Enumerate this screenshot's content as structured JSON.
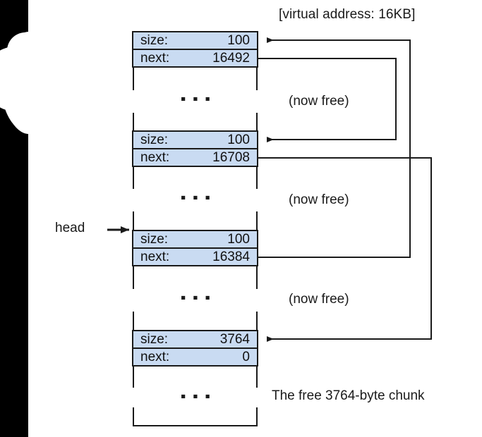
{
  "diagram": {
    "title": "[virtual address: 16KB]",
    "head_label": "head",
    "caption": "The free 3764-byte chunk",
    "ellipsis": "▪ ▪ ▪",
    "colors": {
      "header_fill": "#c9dbf2",
      "stroke": "#1a1a1a",
      "text": "#1a1a1a",
      "background": "#ffffff",
      "left_bar": "#000000"
    },
    "annotations": [
      {
        "label": "(now free)"
      },
      {
        "label": "(now free)"
      },
      {
        "label": "(now free)"
      }
    ],
    "blocks": [
      {
        "id": "chunk-16384",
        "size_label": "size:",
        "size_value": "100",
        "next_label": "next:",
        "next_value": "16492"
      },
      {
        "id": "chunk-16492",
        "size_label": "size:",
        "size_value": "100",
        "next_label": "next:",
        "next_value": "16708"
      },
      {
        "id": "chunk-16708",
        "size_label": "size:",
        "size_value": "100",
        "next_label": "next:",
        "next_value": "16384"
      },
      {
        "id": "chunk-free",
        "size_label": "size:",
        "size_value": "3764",
        "next_label": "next:",
        "next_value": "0"
      }
    ]
  }
}
